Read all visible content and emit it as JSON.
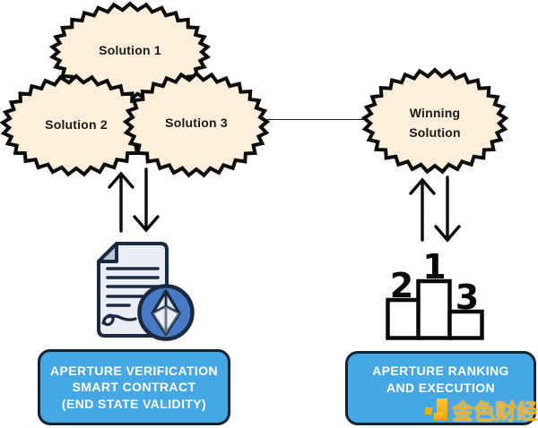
{
  "bursts": [
    {
      "label": "Solution 1"
    },
    {
      "label": "Solution 2"
    },
    {
      "label": "Solution 3"
    },
    {
      "label_line1": "Winning",
      "label_line2": "Solution"
    }
  ],
  "boxes": {
    "verification": {
      "line1": "APERTURE VERIFICATION",
      "line2": "SMART CONTRACT",
      "line3": "(END STATE VALIDITY)"
    },
    "ranking": {
      "line1": "APERTURE RANKING",
      "line2": "AND EXECUTION"
    }
  },
  "podium": {
    "first": "1",
    "second": "2",
    "third": "3"
  },
  "icons": {
    "document": "smart-contract-document-icon",
    "ethereum": "ethereum-icon",
    "podium": "ranking-podium-icon",
    "watermark_logo": "jinse-finance-logo-icon"
  },
  "watermark": {
    "text": "金色财经"
  },
  "colors": {
    "burst_fill": "#fdefdc",
    "burst_stroke": "#0b0b0b",
    "box_fill": "#45a7e3",
    "box_border": "#0e2433",
    "box_text": "#ffffff",
    "document_fill": "#e9eef5",
    "document_fold": "#b9c9da",
    "outline_navy": "#1b2a40",
    "ethereum_blue": "#4779c4",
    "watermark_gold": "#f2ae1c"
  }
}
